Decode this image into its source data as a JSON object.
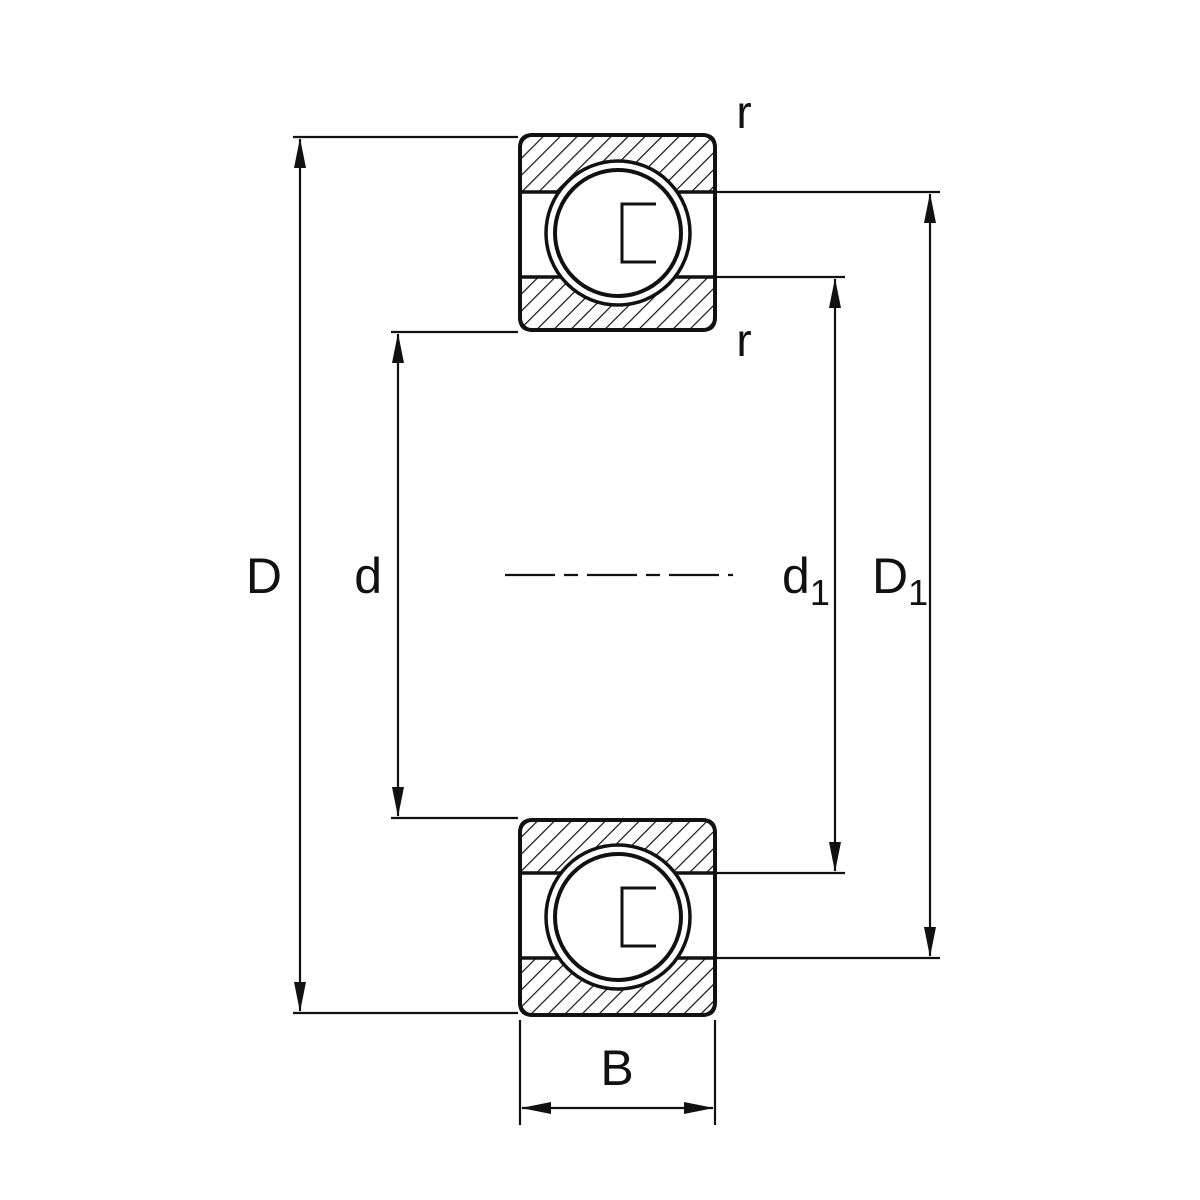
{
  "diagram": {
    "subject": "Deep groove ball bearing cross-section technical drawing with dimension symbols",
    "background_color": "#ffffff",
    "line_color": "#111111",
    "labels": {
      "outer_diameter": "D",
      "bore_diameter": "d",
      "shoulder_inner": {
        "main": "d",
        "sub": "1"
      },
      "shoulder_outer": {
        "main": "D",
        "sub": "1"
      },
      "width": "B",
      "chamfer_top": "r",
      "chamfer_inner": "r"
    }
  }
}
